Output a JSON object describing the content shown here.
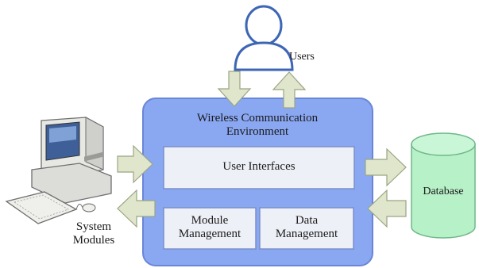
{
  "users": {
    "label": "Users"
  },
  "system": {
    "label_line1": "System",
    "label_line2": "Modules"
  },
  "database": {
    "label": "Database"
  },
  "environment": {
    "title_line1": "Wireless Communication",
    "title_line2": "Environment",
    "user_interfaces": "User Interfaces",
    "module_mgmt_line1": "Module",
    "module_mgmt_line2": "Management",
    "data_mgmt_line1": "Data",
    "data_mgmt_line2": "Management"
  },
  "colors": {
    "environment_fill": "#8aa7f2",
    "environment_stroke": "#6a86d6",
    "inner_box_fill": "#eef0f8",
    "inner_box_stroke": "#7b8fc8",
    "arrow_fill": "#dfe6cc",
    "arrow_stroke": "#9aa582",
    "database_fill": "#b7f1c8",
    "database_stroke": "#6fb789",
    "user_stroke": "#3d66b5"
  },
  "icons": {
    "user": "user-icon",
    "computer": "computer-icon",
    "database": "database-icon"
  }
}
